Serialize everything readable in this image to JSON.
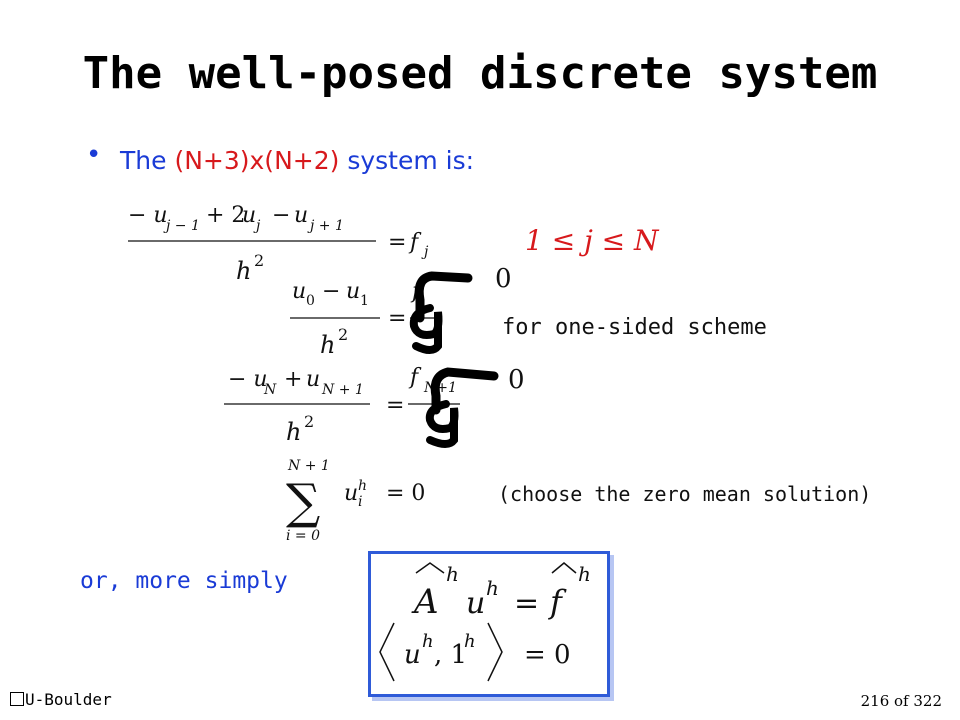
{
  "title": "The well-posed discrete system",
  "bullet": {
    "text_before": "The ",
    "highlight": "(N+3)x(N+2)",
    "text_after": " system is:"
  },
  "notes": {
    "one_sided": "for one-sided scheme",
    "zero_mean": "(choose the zero mean solution)",
    "zero_1": "0",
    "zero_2": "0"
  },
  "or_simply": "or, more simply",
  "footer": {
    "left": "U-Boulder",
    "page": "216 of 322"
  },
  "colors": {
    "accent_blue": "#1a3bd6",
    "accent_red": "#d7191c",
    "box_border": "#2f5bd8"
  },
  "equations": {
    "range": "1 ≤ j ≤ N"
  }
}
